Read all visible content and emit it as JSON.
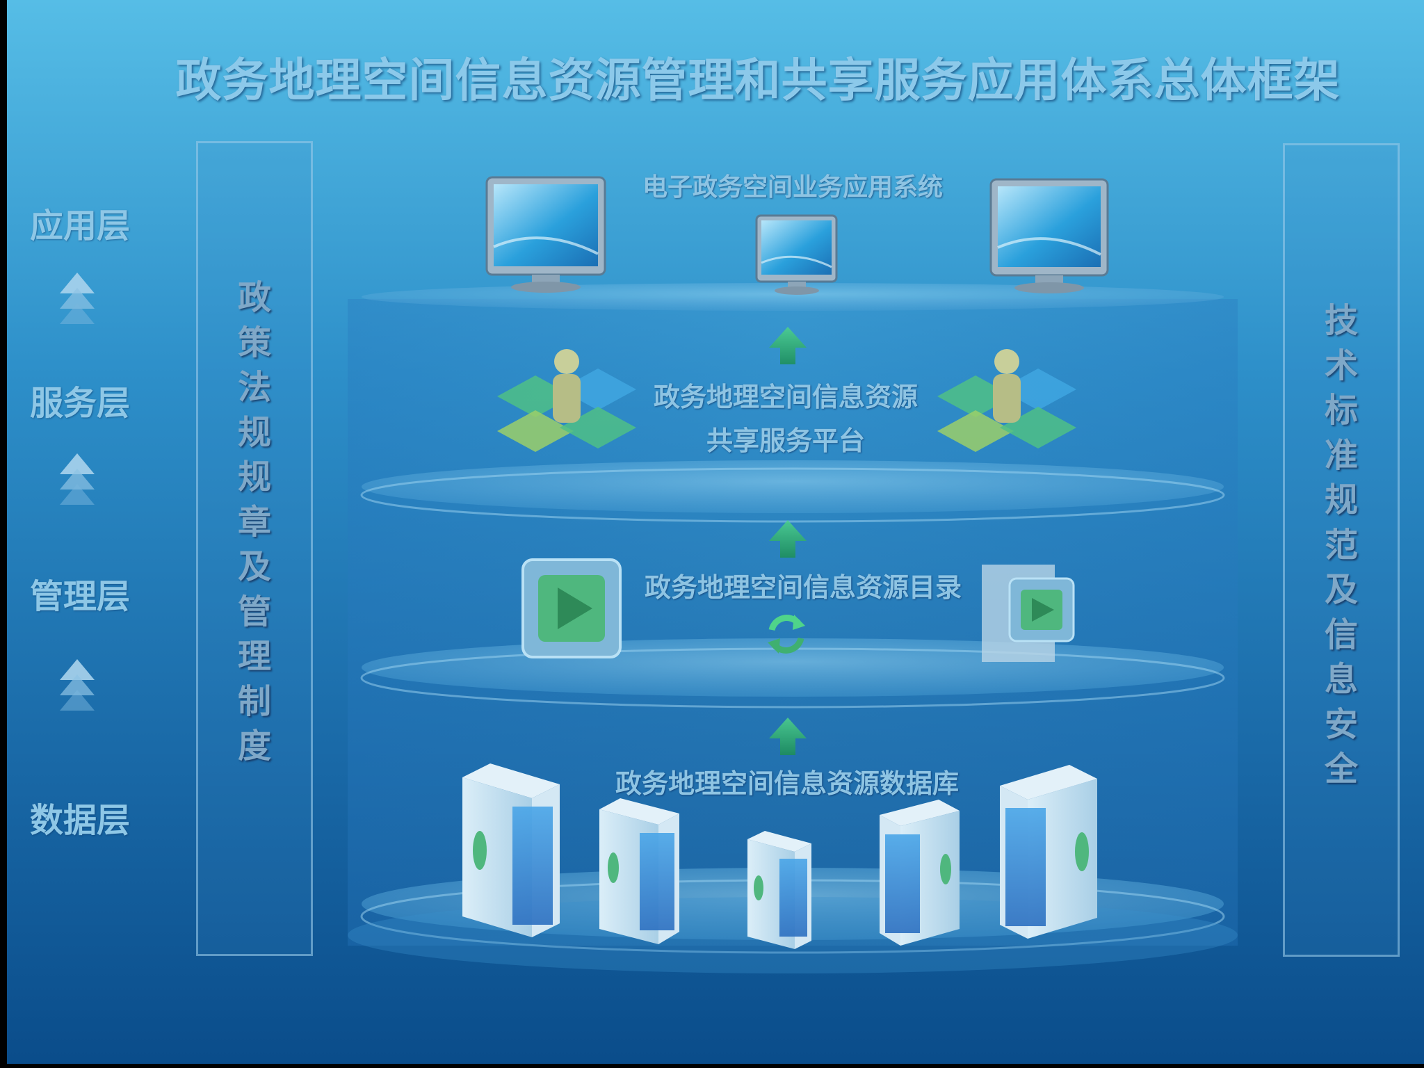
{
  "title": "政务地理空间信息资源管理和共享服务应用体系总体框架",
  "layers": {
    "application": "应用层",
    "service": "服务层",
    "management": "管理层",
    "data": "数据层"
  },
  "left_panel": [
    "政",
    "策",
    "法",
    "规",
    "规",
    "章",
    "及",
    "管",
    "理",
    "制",
    "度"
  ],
  "right_panel": [
    "技",
    "术",
    "标",
    "准",
    "规",
    "范",
    "及",
    "信",
    "息",
    "安",
    "全"
  ],
  "tiers": {
    "app_system": "电子政务空间业务应用系统",
    "platform_line1": "政务地理空间信息资源",
    "platform_line2": "共享服务平台",
    "catalog": "政务地理空间信息资源目录",
    "database": "政务地理空间信息资源数据库"
  },
  "icons": {
    "monitor": "monitor-icon",
    "user_tiles": "user-tiles-icon",
    "catalog": "catalog-icon",
    "sync": "sync-icon",
    "server": "server-icon",
    "arrow": "up-arrow-icon"
  }
}
